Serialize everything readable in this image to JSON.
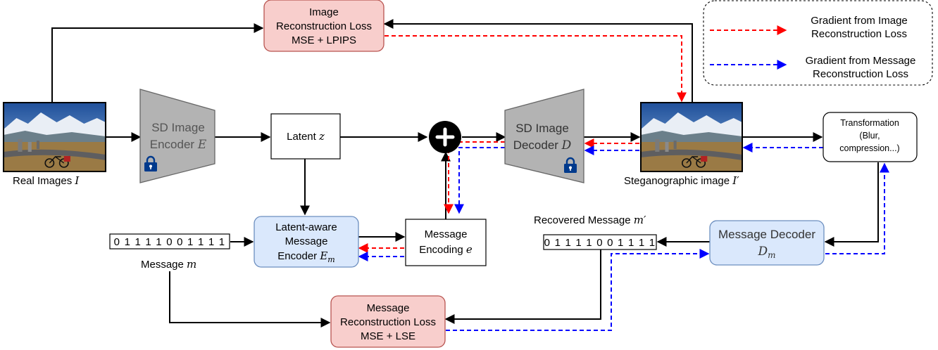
{
  "colors": {
    "loss_fill": "#f8cecc",
    "loss_stroke": "#b85450",
    "enc_fill": "#dae8fc",
    "enc_stroke": "#6c8ebf",
    "sd_fill": "#b3b3b3",
    "sd_stroke": "#666666",
    "red": "#ff0000",
    "blue": "#0000ff",
    "lock": "#003a8c"
  },
  "nodes": {
    "image_loss": {
      "line1": "Image",
      "line2": "Reconstruction Loss",
      "line3": "MSE + LPIPS"
    },
    "message_loss": {
      "line1": "Message",
      "line2": "Reconstruction Loss",
      "line3": "MSE + LSE"
    },
    "real_images": {
      "label": "Real Images ",
      "var": "I"
    },
    "sd_encoder": {
      "line1": "SD Image",
      "line2": "Encoder ",
      "var": "E",
      "icon": "lock-icon"
    },
    "latent": {
      "label": "Latent ",
      "var": "z"
    },
    "plus": {
      "symbol": "+"
    },
    "sd_decoder": {
      "line1": "SD Image",
      "line2": "Decoder ",
      "var": "D",
      "icon": "lock-icon"
    },
    "steg_image": {
      "label": "Steganographic image ",
      "var": "I′"
    },
    "transformation": {
      "line1": "Transformation",
      "line2": "(Blur,",
      "line3": "compression...)"
    },
    "latent_encoder": {
      "line1": "Latent-aware",
      "line2": "Message",
      "line3": "Encoder ",
      "var": "E",
      "sub": "m"
    },
    "message_encoding": {
      "line1": "Message",
      "line2": "Encoding ",
      "var": "e"
    },
    "message": {
      "bits": "0 1 1 1 1 0 0 1 1 1 1",
      "label": "Message ",
      "var": "m"
    },
    "recovered": {
      "title": "Recovered Message ",
      "var": "m′",
      "bits": "0 1 1 1 1 0 0 1 1 1 1"
    },
    "message_decoder": {
      "line1": "Message Decoder",
      "var": "D",
      "sub": "m"
    }
  },
  "legend": {
    "red_line1": "Gradient from Image",
    "red_line2": "Reconstruction Loss",
    "blue_line1": "Gradient from Message",
    "blue_line2": "Reconstruction Loss"
  }
}
